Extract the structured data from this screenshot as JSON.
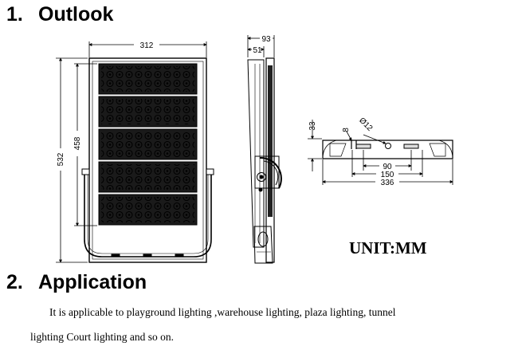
{
  "sections": [
    {
      "number": "1.",
      "title": "Outlook"
    },
    {
      "number": "2.",
      "title": "Application"
    }
  ],
  "dimensions": {
    "front_width": "312",
    "front_height_total": "532",
    "front_height_inner": "458",
    "side_depth_total": "93",
    "side_depth_inner": "51",
    "bracket_height": "33",
    "bracket_thickness": "8",
    "hole_diameter": "Ø12",
    "hole_spacing_inner": "90",
    "hole_spacing_mid": "150",
    "bracket_length": "336"
  },
  "unit_label": "UNIT:MM",
  "application_text": {
    "line1": "It is applicable to playground lighting ,warehouse lighting, plaza lighting, tunnel",
    "line2": "lighting Court lighting and so on."
  }
}
